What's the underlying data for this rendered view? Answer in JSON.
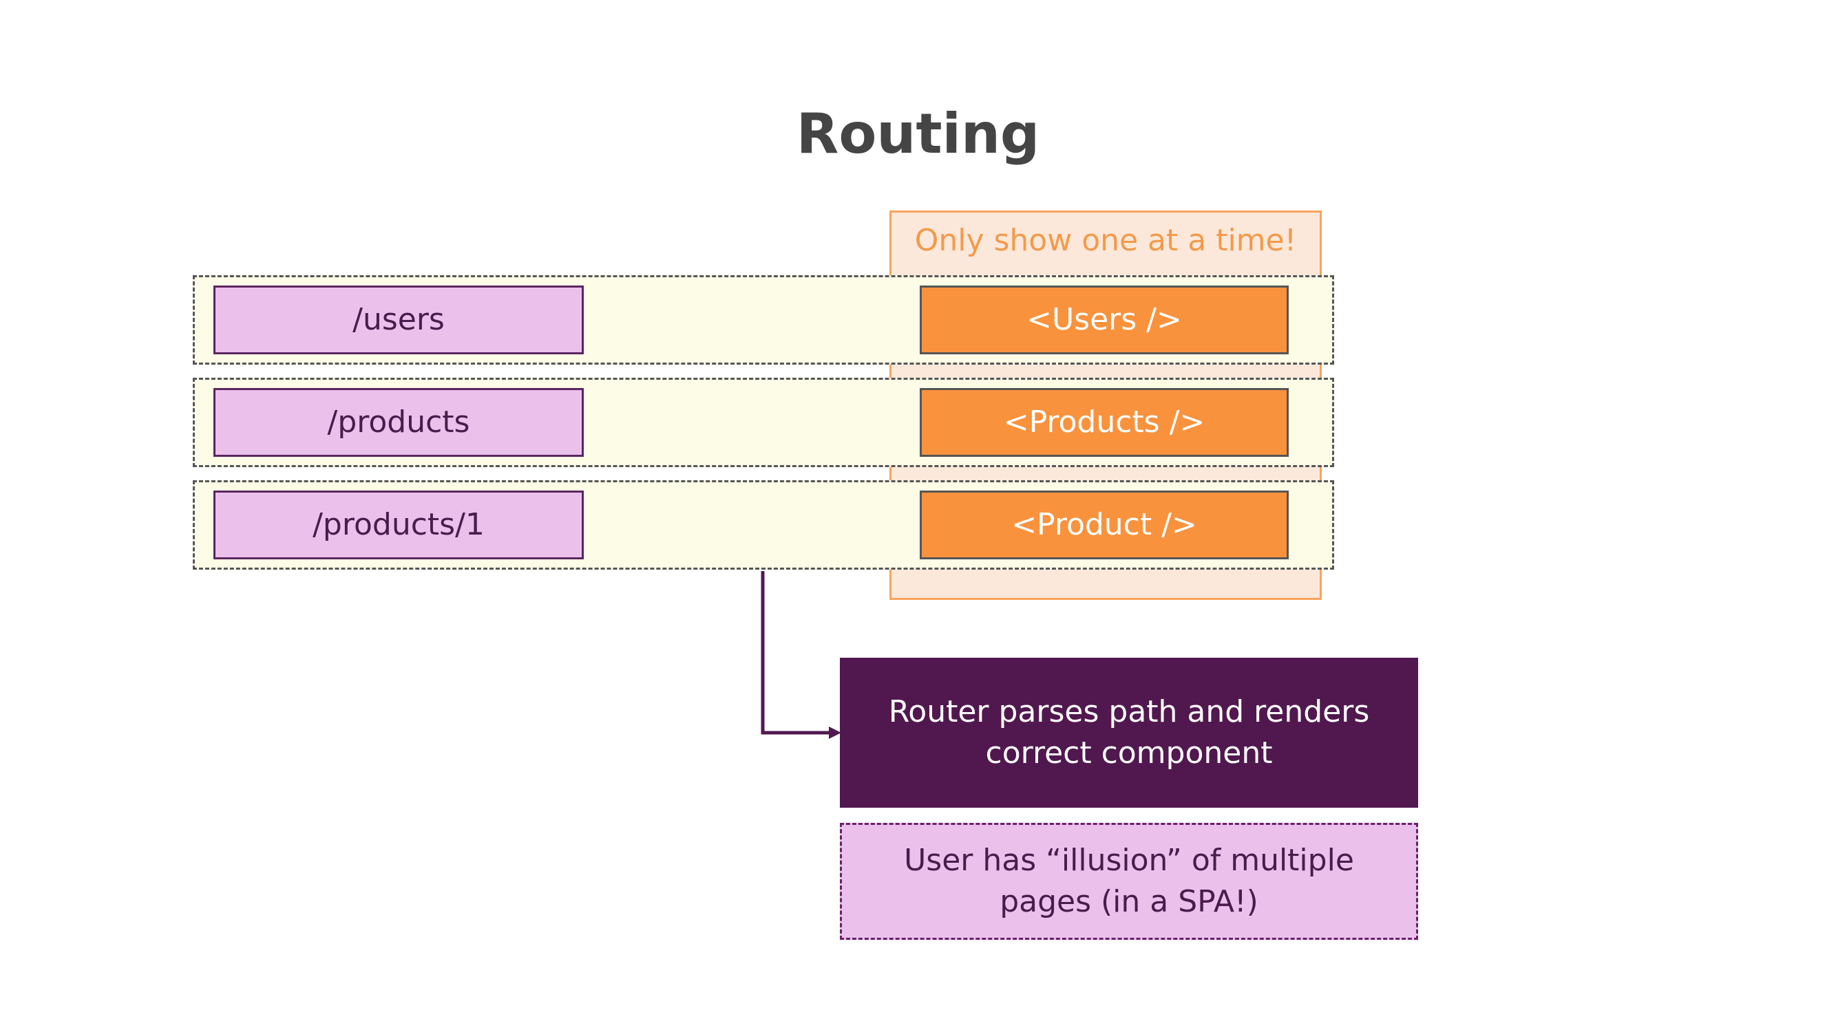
{
  "title": "Routing",
  "highlight": {
    "label": "Only show one at a time!"
  },
  "routes": [
    {
      "path": "/users",
      "component": "<Users />"
    },
    {
      "path": "/products",
      "component": "<Products />"
    },
    {
      "path": "/products/1",
      "component": "<Product />"
    }
  ],
  "router_note": "Router parses path and renders correct component",
  "illusion_note": "User has “illusion” of multiple pages (in a SPA!)",
  "colors": {
    "title": "#454545",
    "path_fill": "#ebc1ec",
    "path_border": "#5b2560",
    "component_fill": "#f9923d",
    "row_fill": "#fdfce6",
    "highlight_fill": "#fbe8da",
    "highlight_border": "#f8a35a",
    "router_fill": "#51184f"
  }
}
